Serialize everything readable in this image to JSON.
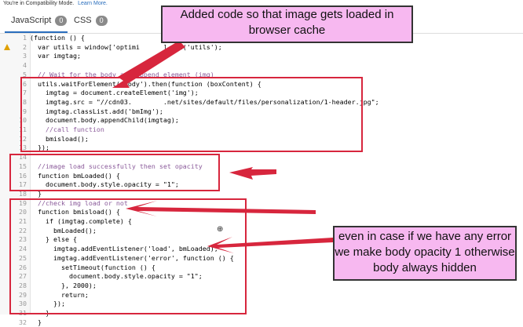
{
  "compat": {
    "text": "You're in Compatibility Mode.",
    "link": "Learn More."
  },
  "tabs": [
    {
      "label": "JavaScript",
      "count": "0"
    },
    {
      "label": "CSS",
      "count": "0"
    }
  ],
  "code_lines": [
    {
      "n": "1",
      "text": "(function () {"
    },
    {
      "n": "2",
      "text": "  var utils = window['optimi      ].get('utils');"
    },
    {
      "n": "3",
      "text": "  var imgtag;"
    },
    {
      "n": "4",
      "text": ""
    },
    {
      "n": "5",
      "text": "  // Wait for the body and append element (img)"
    },
    {
      "n": "6",
      "text": "  utils.waitForElement('body').then(function (boxContent) {"
    },
    {
      "n": "7",
      "text": "    imgtag = document.createElement('img');"
    },
    {
      "n": "8",
      "text": "    imgtag.src = \"//cdn03.        .net/sites/default/files/personalization/1-header.jpg\";"
    },
    {
      "n": "9",
      "text": "    imgtag.classList.add('bmImg');"
    },
    {
      "n": "10",
      "text": "    document.body.appendChild(imgtag);"
    },
    {
      "n": "11",
      "text": "    //call function"
    },
    {
      "n": "12",
      "text": "    bmisload();"
    },
    {
      "n": "13",
      "text": "  });"
    },
    {
      "n": "14",
      "text": ""
    },
    {
      "n": "15",
      "text": "  //image load successfully then set opacity"
    },
    {
      "n": "16",
      "text": "  function bmLoaded() {"
    },
    {
      "n": "17",
      "text": "    document.body.style.opacity = \"1\";"
    },
    {
      "n": "18",
      "text": "  }"
    },
    {
      "n": "19",
      "text": "  //check img load or not"
    },
    {
      "n": "20",
      "text": "  function bmisload() {"
    },
    {
      "n": "21",
      "text": "    if (imgtag.complete) {"
    },
    {
      "n": "22",
      "text": "      bmLoaded();"
    },
    {
      "n": "23",
      "text": "    } else {"
    },
    {
      "n": "24",
      "text": "      imgtag.addEventListener('load', bmLoaded);"
    },
    {
      "n": "25",
      "text": "      imgtag.addEventListener('error', function () {"
    },
    {
      "n": "26",
      "text": "        setTimeout(function () {"
    },
    {
      "n": "27",
      "text": "          document.body.style.opacity = \"1\";"
    },
    {
      "n": "28",
      "text": "        }, 2000);"
    },
    {
      "n": "29",
      "text": "        return;"
    },
    {
      "n": "30",
      "text": "      });"
    },
    {
      "n": "31",
      "text": "    }"
    },
    {
      "n": "32",
      "text": "  }"
    }
  ],
  "callouts": {
    "top": "Added code so that image gets loaded in browser cache",
    "right": "even in case if we have any error we make body opacity 1 otherwise body always hidden"
  },
  "colors": {
    "annotation_red": "#d7263d",
    "callout_pink": "#f7b8f0",
    "accent_blue": "#2a6ebd"
  }
}
